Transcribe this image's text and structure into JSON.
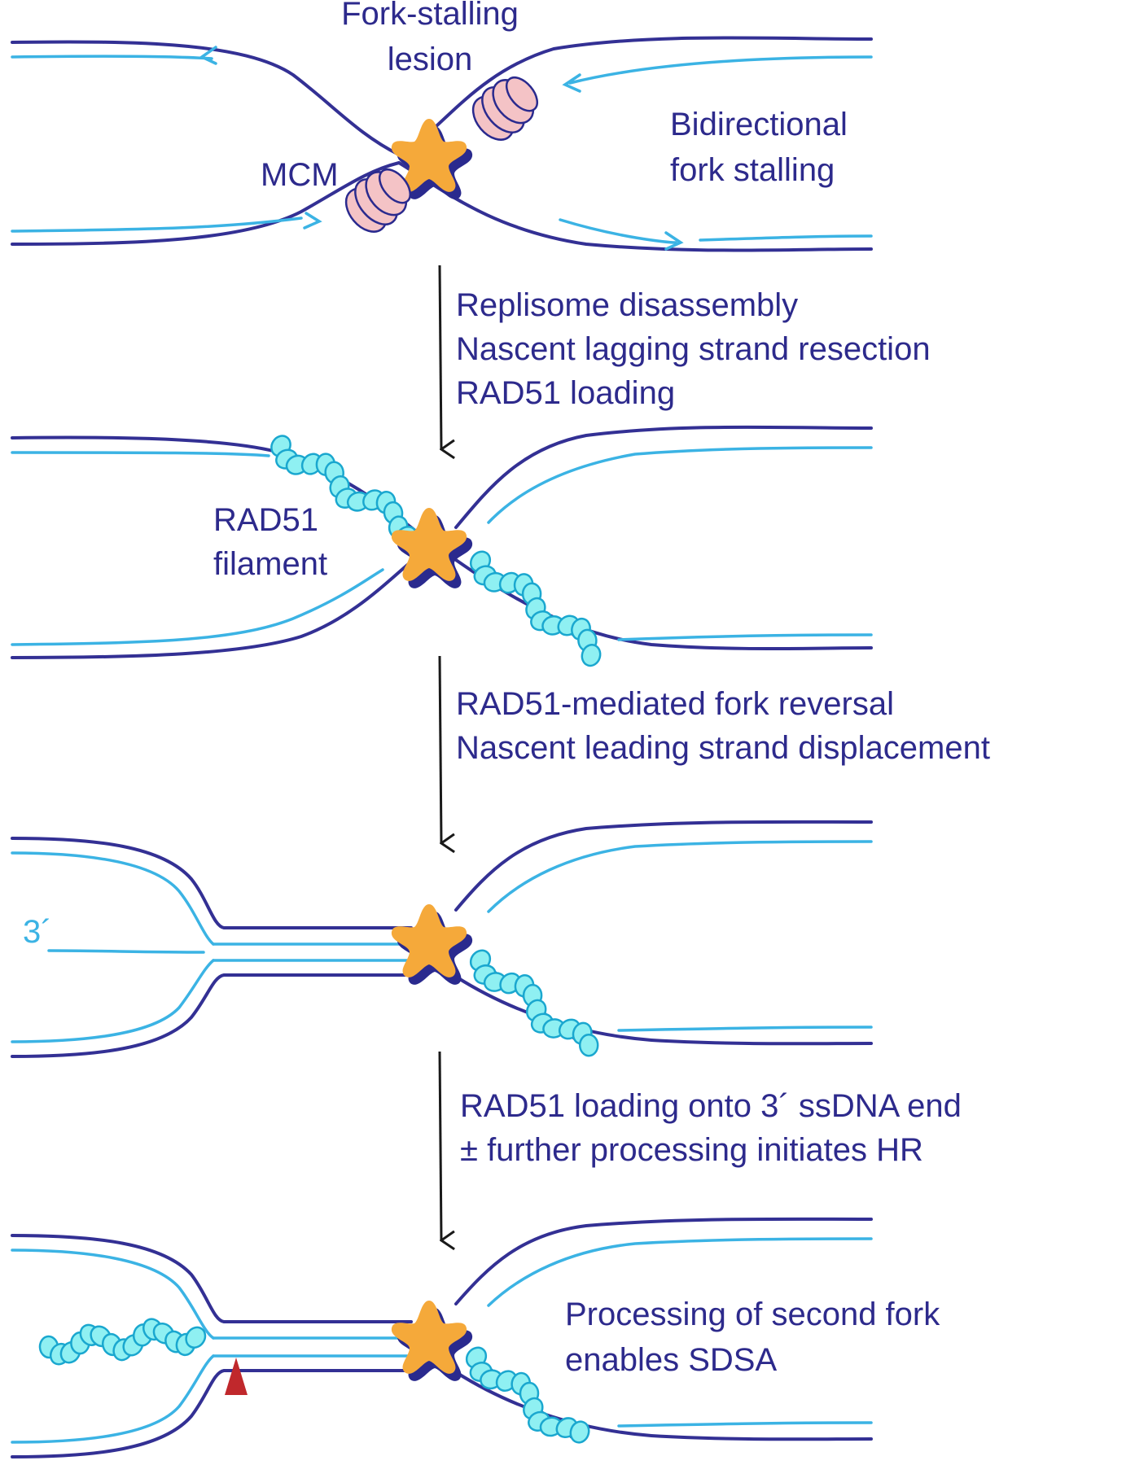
{
  "colors": {
    "template_strand": "#333094",
    "nascent_strand": "#3bb3e4",
    "label_text": "#2d2a8c",
    "lesion": "#f5a93a",
    "lesion_shadow": "#2a2a8e",
    "mcm": "#f4c3c6",
    "mcm_outline": "#2a2a8e",
    "rad51": "#8ff0f2",
    "rad51_outline": "#1aa7cf",
    "arrow": "#1a1a1a",
    "cleavage_marker": "#c0282c"
  },
  "panel1": {
    "lesion_label_line1": "Fork-stalling",
    "lesion_label_line2": "lesion",
    "mcm_label": "MCM",
    "stall_label_line1": "Bidirectional",
    "stall_label_line2": "fork stalling"
  },
  "step1": {
    "line1": "Replisome disassembly",
    "line2": "Nascent lagging strand resection",
    "line3": "RAD51 loading"
  },
  "panel2": {
    "filament_label_line1": "RAD51",
    "filament_label_line2": "filament"
  },
  "step2": {
    "line1": "RAD51-mediated fork reversal",
    "line2": "Nascent leading strand displacement"
  },
  "panel3": {
    "end_label": "3´"
  },
  "step3": {
    "line1": "RAD51 loading onto 3´ ssDNA end",
    "line2": "± further processing initiates HR"
  },
  "panel4": {
    "label_line1": "Processing of second fork",
    "label_line2": "enables SDSA"
  },
  "icons": [
    "lesion-icon",
    "mcm-helicase-icon",
    "rad51-filament-icon",
    "process-arrow-icon",
    "cleavage-site-icon"
  ]
}
